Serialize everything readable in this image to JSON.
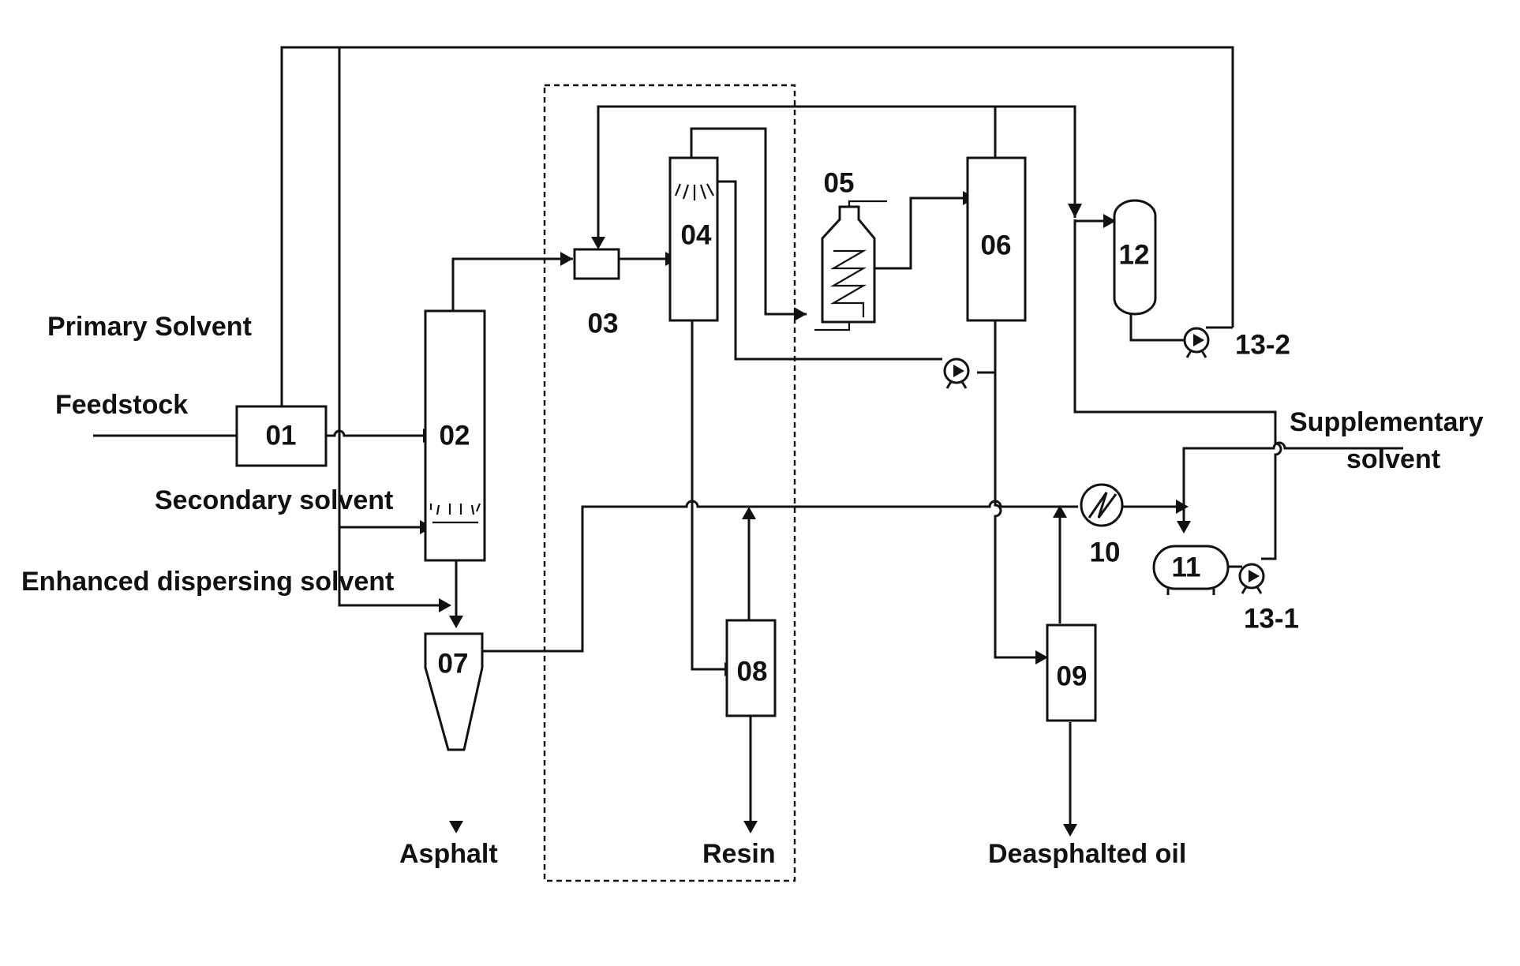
{
  "units": {
    "u01": "01",
    "u02": "02",
    "u03": "03",
    "u04": "04",
    "u05": "05",
    "u06": "06",
    "u07": "07",
    "u08": "08",
    "u09": "09",
    "u10": "10",
    "u11": "11",
    "u12": "12",
    "u13_1": "13-1",
    "u13_2": "13-2"
  },
  "streams": {
    "primary_solvent": "Primary Solvent",
    "feedstock": "Feedstock",
    "secondary_solvent": "Secondary solvent",
    "enhanced_dispersing_solvent": "Enhanced dispersing solvent",
    "supplementary_solvent_line1": "Supplementary",
    "supplementary_solvent_line2": "solvent"
  },
  "products": {
    "asphalt": "Asphalt",
    "resin": "Resin",
    "deasphalted_oil": "Deasphalted oil"
  }
}
